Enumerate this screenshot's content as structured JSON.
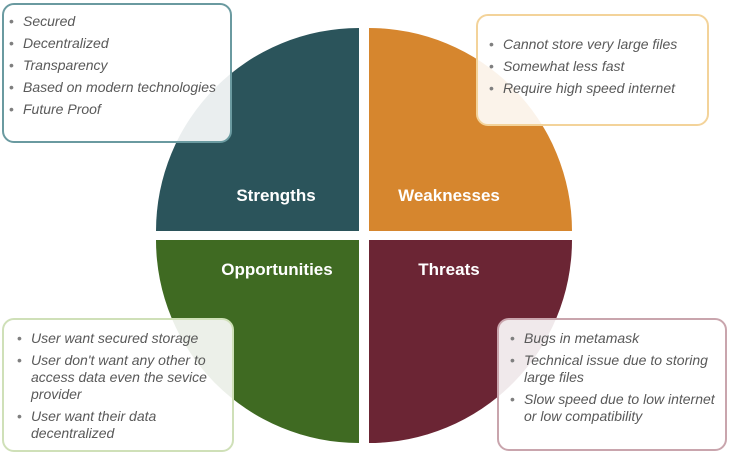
{
  "quadrants": {
    "strengths": {
      "label": "Strengths",
      "color": "#2b545b"
    },
    "weaknesses": {
      "label": "Weaknesses",
      "color": "#d6862e"
    },
    "opportunities": {
      "label": "Opportunities",
      "color": "#3f6a22"
    },
    "threats": {
      "label": "Threats",
      "color": "#6b2534"
    }
  },
  "boxes": {
    "strengths": [
      "Secured",
      "Decentralized",
      "Transparency",
      "Based on modern technologies",
      "Future Proof"
    ],
    "weaknesses": [
      "Cannot store very large files",
      "Somewhat less fast",
      "Require high speed internet"
    ],
    "opportunities": [
      "User want  secured storage",
      "User don't want  any other to access data even the sevice provider",
      "User want their data decentralized"
    ],
    "threats": [
      "Bugs in metamask",
      "Technical issue due to storing large files",
      "Slow speed due to low internet or low compatibility"
    ]
  }
}
